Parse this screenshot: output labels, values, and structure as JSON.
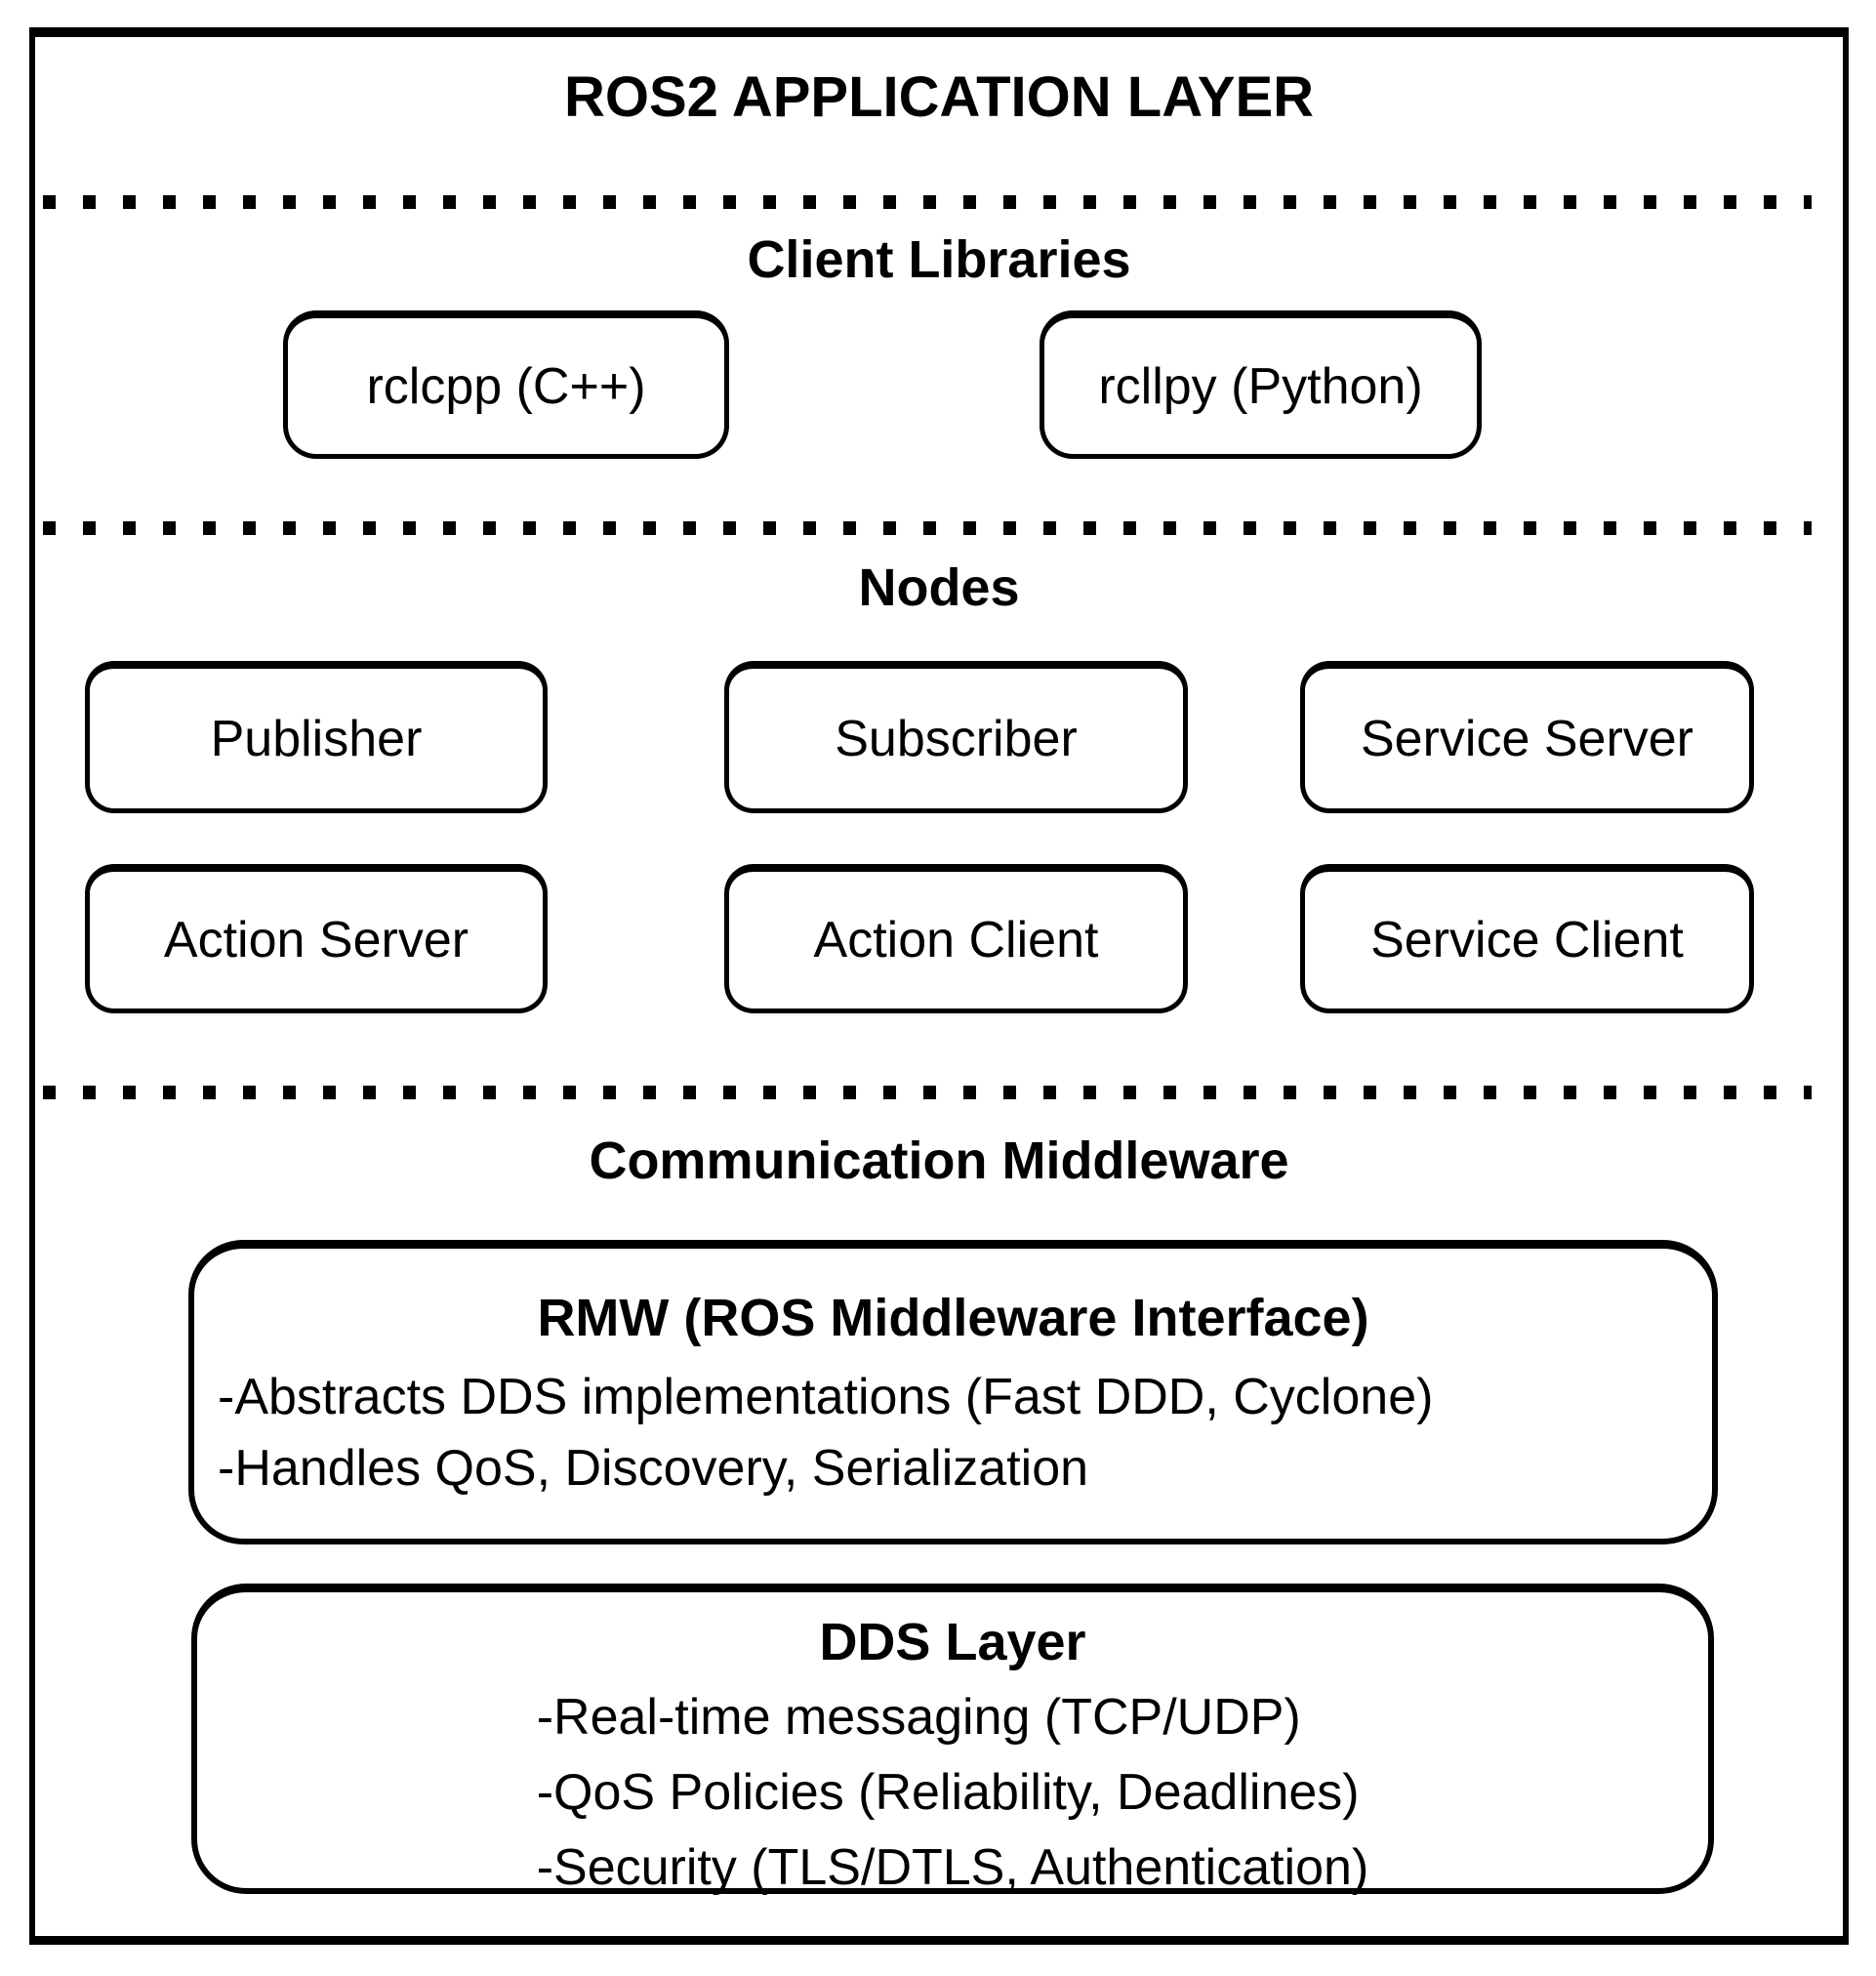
{
  "title": "ROS2 APPLICATION LAYER",
  "colors": {
    "ink": "#000000",
    "background": "#ffffff"
  },
  "sections": {
    "client_libraries": {
      "heading": "Client Libraries",
      "boxes": [
        {
          "label": "rclcpp (C++)"
        },
        {
          "label": "rcllpy (Python)"
        }
      ]
    },
    "nodes": {
      "heading": "Nodes",
      "row1": [
        {
          "label": "Publisher"
        },
        {
          "label": "Subscriber"
        },
        {
          "label": "Service Server"
        }
      ],
      "row2": [
        {
          "label": "Action Server"
        },
        {
          "label": "Action Client"
        },
        {
          "label": "Service Client"
        }
      ]
    },
    "middleware": {
      "heading": "Communication Middleware",
      "rmw": {
        "title": "RMW (ROS Middleware Interface)",
        "bullets": [
          "-Abstracts DDS implementations (Fast DDD, Cyclone)",
          "-Handles QoS, Discovery, Serialization"
        ]
      },
      "dds": {
        "title": "DDS Layer",
        "bullets": [
          "-Real-time messaging (TCP/UDP)",
          "-QoS Policies (Reliability, Deadlines)",
          "-Security (TLS/DTLS, Authentication)"
        ]
      }
    }
  }
}
